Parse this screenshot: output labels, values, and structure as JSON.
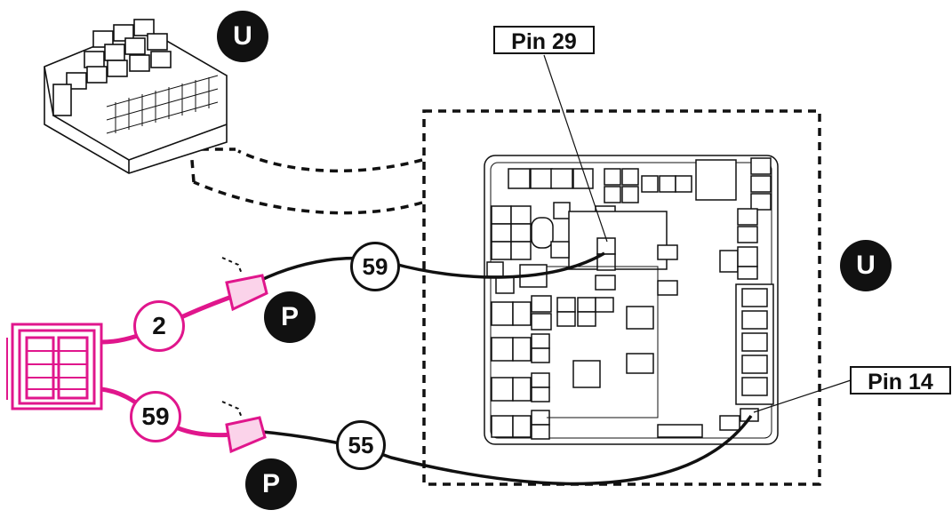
{
  "labels": {
    "pin_top": "Pin 29",
    "pin_bottom": "Pin 14",
    "wire_top": "59",
    "wire_bottom": "55",
    "harness_top": "2",
    "harness_bottom": "59",
    "badge_u_top": "U",
    "badge_u_right": "U",
    "badge_p_top": "P",
    "badge_p_bottom": "P"
  },
  "colors": {
    "harness": "#e0168c",
    "wire": "#111111",
    "badge": "#111111"
  }
}
